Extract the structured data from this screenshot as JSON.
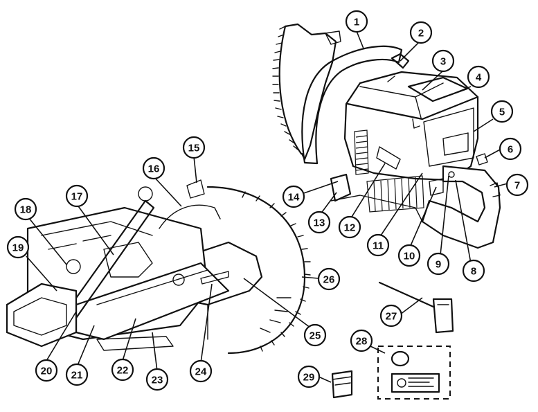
{
  "callouts": [
    "1",
    "2",
    "3",
    "4",
    "5",
    "6",
    "7",
    "8",
    "9",
    "10",
    "11",
    "12",
    "13",
    "14",
    "15",
    "16",
    "17",
    "18",
    "19",
    "20",
    "21",
    "22",
    "23",
    "24",
    "25",
    "26",
    "27",
    "28",
    "29"
  ]
}
